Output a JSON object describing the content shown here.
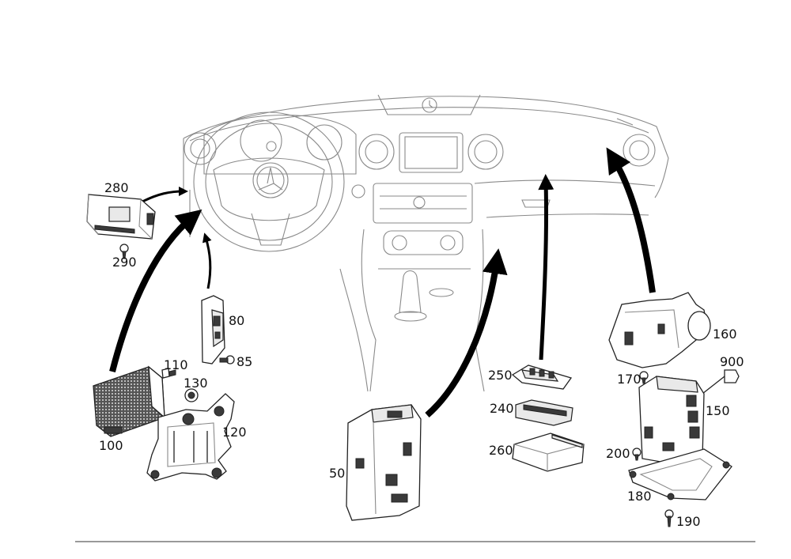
{
  "diagram": {
    "callouts": [
      {
        "id": "280",
        "label": "280"
      },
      {
        "id": "290",
        "label": "290"
      },
      {
        "id": "80",
        "label": "80"
      },
      {
        "id": "85",
        "label": "85"
      },
      {
        "id": "110",
        "label": "110"
      },
      {
        "id": "130",
        "label": "130"
      },
      {
        "id": "120",
        "label": "120"
      },
      {
        "id": "100",
        "label": "100"
      },
      {
        "id": "50",
        "label": "50"
      },
      {
        "id": "250",
        "label": "250"
      },
      {
        "id": "240",
        "label": "240"
      },
      {
        "id": "260",
        "label": "260"
      },
      {
        "id": "160",
        "label": "160"
      },
      {
        "id": "900",
        "label": "900"
      },
      {
        "id": "170",
        "label": "170"
      },
      {
        "id": "150",
        "label": "150"
      },
      {
        "id": "200",
        "label": "200"
      },
      {
        "id": "180",
        "label": "180"
      },
      {
        "id": "190",
        "label": "190"
      }
    ]
  }
}
